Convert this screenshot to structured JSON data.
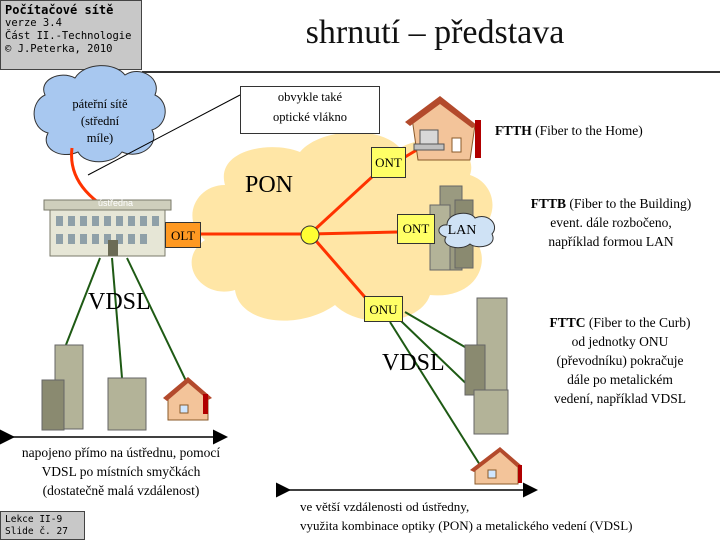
{
  "header": {
    "course_title": "Počítačové sítě",
    "version": "verze 3.4",
    "part": "Část II.-Technologie",
    "copyright": "© J.Peterka, 2010",
    "slide_title": "shrnutí – představa"
  },
  "footer": {
    "lesson": "Lekce II-9",
    "slide": "Slide č. 27"
  },
  "diagram": {
    "cloud_backbone": {
      "line1": "páteřní sítě",
      "line2": "(střední",
      "line3": "míle)"
    },
    "note": {
      "line1": "obvykle také",
      "line2": "optické vlákno"
    },
    "exchange_label": "ústředna",
    "pon_label": "PON",
    "olt_label": "OLT",
    "ont1_label": "ONT",
    "ont2_label": "ONT",
    "lan_label": "LAN",
    "onu_label": "ONU",
    "vdsl_left": "VDSL",
    "vdsl_right": "VDSL",
    "ftth": {
      "bold": "FTTH",
      "rest": " (Fiber to the Home)"
    },
    "fttb": {
      "bold": "FTTB",
      "rest": " (Fiber to the Building)",
      "line2": "event. dále rozbočeno,",
      "line3": "například formou LAN"
    },
    "fttc": {
      "bold": "FTTC",
      "rest": " (Fiber to the Curb)",
      "line2": "od jednotky ONU",
      "line3": "(převodníku) pokračuje",
      "line4": "dále po metalickém",
      "line5": "vedení, například VDSL"
    },
    "left_caption": {
      "line1": "napojeno přímo na ústřednu, pomocí",
      "line2": "VDSL po místních smyčkách",
      "line3": "(dostatečně malá vzdálenost)"
    },
    "bottom_caption": {
      "line1": "ve větší vzdálenosti od ústředny,",
      "line2": "využita kombinace optiky (PON) a metalického vedení (VDSL)"
    }
  },
  "colors": {
    "fiber": "#ff3300",
    "copper": "#1e5a14",
    "cloud_pon": "#ffe6a6",
    "cloud_backbone": "#a8c8f0",
    "tag": "#ffff66",
    "olt": "#ff9922"
  }
}
